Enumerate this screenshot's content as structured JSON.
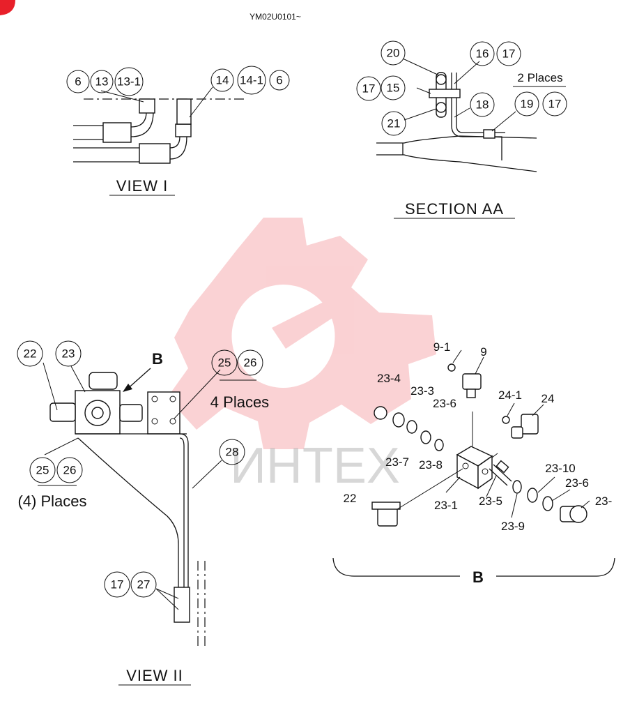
{
  "header": {
    "code": "YM02U0101~"
  },
  "watermark": {
    "text": "ИНТЕХ",
    "color": "#e8202a"
  },
  "view1": {
    "title": "VIEW  I",
    "callouts": [
      "6",
      "13",
      "13-1",
      "14",
      "14-1",
      "6"
    ]
  },
  "section_aa": {
    "title": "SECTION  AA",
    "places": "2 Places",
    "callouts": [
      "20",
      "16",
      "17",
      "17",
      "15",
      "18",
      "19",
      "17",
      "21"
    ]
  },
  "view2": {
    "title": "VIEW  II",
    "places_right": "4 Places",
    "places_left": "(4) Places",
    "letter_b": "B",
    "callouts": [
      "22",
      "23",
      "25",
      "26",
      "25",
      "26",
      "28",
      "17",
      "27"
    ]
  },
  "detail_b": {
    "letter": "B",
    "labels": [
      "9-1",
      "9",
      "23-4",
      "23-3",
      "23-6",
      "24-1",
      "24",
      "23-7",
      "23-8",
      "23-10",
      "23-6",
      "23-",
      "22",
      "23-1",
      "23-5",
      "23-9"
    ]
  }
}
